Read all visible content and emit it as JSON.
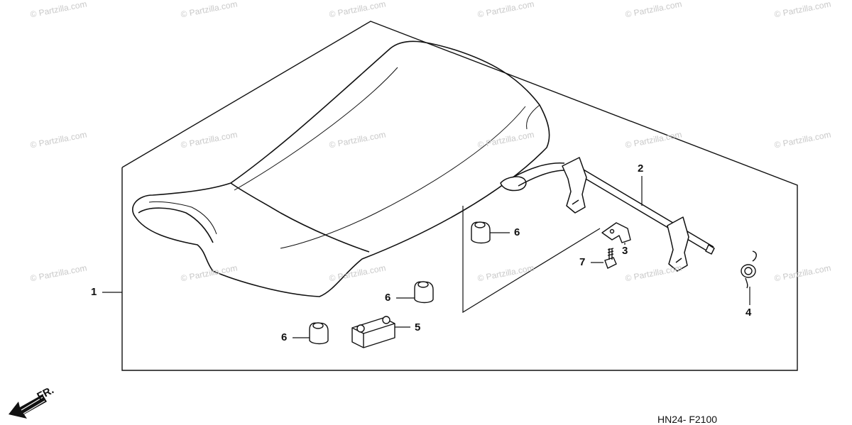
{
  "watermark": "© Partzilla.com",
  "diagram_code": "HN24- F2100",
  "front_label": "FR.",
  "callouts": {
    "seat": "1",
    "latch_rod": "2",
    "clip": "3",
    "spring": "4",
    "cushion": "5",
    "rubber_upper": "6",
    "rubber_mid": "6",
    "rubber_lower": "6",
    "bolt": "7"
  },
  "icons": {
    "front_arrow": "arrow-down-left-icon"
  }
}
